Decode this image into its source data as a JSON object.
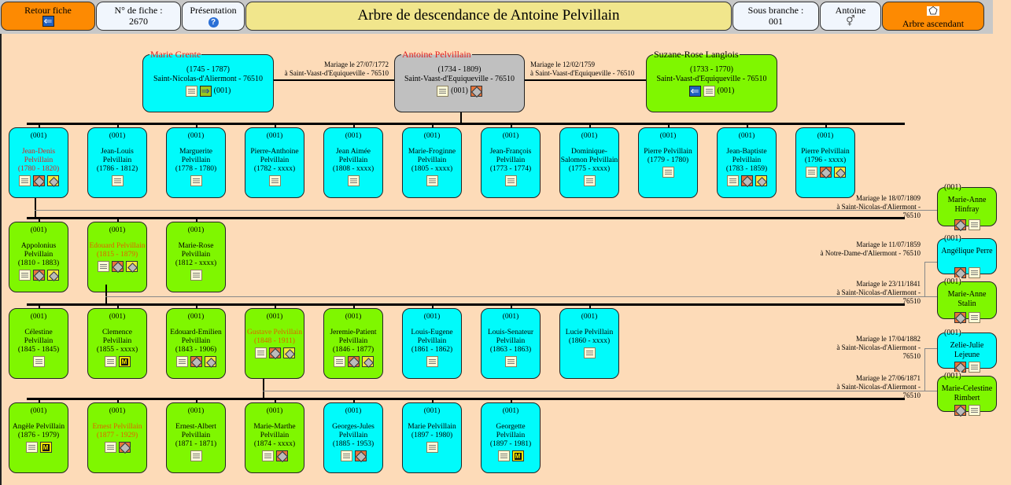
{
  "toolbar": {
    "back": {
      "label": "Retour fiche",
      "icon": "back-arrow-icon"
    },
    "fiche": {
      "label": "N° de fiche :",
      "value": "2670"
    },
    "presentation": {
      "label": "Présentation",
      "icon": "help-icon"
    },
    "title": "Arbre de descendance de Antoine Pelvillain",
    "branch": {
      "label": "Sous branche :",
      "value": "001"
    },
    "person": {
      "label": "Antoine",
      "icon": "gender-icon"
    },
    "ascendant": {
      "label": "Arbre ascendant",
      "icon": "tree-icon"
    }
  },
  "colors": {
    "male": "#00fbfb",
    "female": "#7ff700",
    "root": "#c0c0c0",
    "orange_button": "#fd8a02",
    "background": "#fddbb8",
    "title_bg": "#f1e68c"
  },
  "parents": {
    "spouse1": {
      "name": "Marie Grente",
      "dates": "(1745 - 1787)",
      "place": "Saint-Nicolas-d'Aliermont - 76510",
      "branch": "(001)"
    },
    "root": {
      "name": "Antoine Pelvillain",
      "dates": "(1734 - 1809)",
      "place": "Saint-Vaast-d'Equiqueville - 76510",
      "branch": "(001)"
    },
    "spouse2": {
      "name": "Suzane-Rose Langlois",
      "dates": "(1733 - 1770)",
      "place": "Saint-Vaast-d'Equiqueville - 76510",
      "branch": "(001)"
    },
    "marriage1": {
      "line1": "Mariage le 27/07/1772",
      "line2": "à Saint-Vaast-d'Equiqueville - 76510"
    },
    "marriage2": {
      "line1": "Mariage le 12/02/1759",
      "line2": "à Saint-Vaast-d'Equiqueville - 76510"
    }
  },
  "generations": [
    {
      "children": [
        {
          "branch": "(001)",
          "name": "Jean-Denis Pelvillain",
          "dates": "(1780 - 1820)",
          "sex": "m",
          "hl": "red",
          "icons": [
            "doc",
            "desc",
            "asc"
          ]
        },
        {
          "branch": "(001)",
          "name": "Jean-Louis Pelvillain",
          "dates": "(1786 - 1812)",
          "sex": "m",
          "icons": [
            "doc"
          ]
        },
        {
          "branch": "(001)",
          "name": "Marguerite Pelvillain",
          "dates": "(1778 - 1780)",
          "sex": "m",
          "icons": [
            "doc"
          ]
        },
        {
          "branch": "(001)",
          "name": "Pierre-Anthoine Pelvillain",
          "dates": "(1782 - xxxx)",
          "sex": "m",
          "icons": [
            "doc"
          ]
        },
        {
          "branch": "(001)",
          "name": "Jean Aimée Pelvillain",
          "dates": "(1808 - xxxx)",
          "sex": "m",
          "icons": [
            "doc"
          ]
        },
        {
          "branch": "(001)",
          "name": "Marie-Froginne Pelvillain",
          "dates": "(1805 - xxxx)",
          "sex": "m",
          "icons": [
            "doc"
          ]
        },
        {
          "branch": "(001)",
          "name": "Jean-François Pelvillain",
          "dates": "(1773 - 1774)",
          "sex": "m",
          "icons": [
            "doc"
          ]
        },
        {
          "branch": "(001)",
          "name": "Dominique-Salomon Pelvillain",
          "dates": "(1775 - xxxx)",
          "sex": "m",
          "icons": [
            "doc"
          ]
        },
        {
          "branch": "(001)",
          "name": "Pierre Pelvillain",
          "dates": "(1779 - 1780)",
          "sex": "m",
          "icons": [
            "doc"
          ]
        },
        {
          "branch": "(001)",
          "name": "Jean-Baptiste Pelvillain",
          "dates": "(1783 - 1859)",
          "sex": "m",
          "icons": [
            "doc",
            "desc",
            "asc"
          ]
        },
        {
          "branch": "(001)",
          "name": "Pierre Pelvillain",
          "dates": "(1796 - xxxx)",
          "sex": "m",
          "icons": [
            "doc",
            "desc",
            "asc"
          ]
        }
      ]
    },
    {
      "children": [
        {
          "branch": "(001)",
          "name": "Appolonius Pelvillain",
          "dates": "(1810 - 1883)",
          "sex": "f",
          "icons": [
            "doc",
            "desc",
            "asc"
          ]
        },
        {
          "branch": "(001)",
          "name": "Edouard Pelvillain",
          "dates": "(1815 - 1879)",
          "sex": "f",
          "hl": "orange",
          "icons": [
            "doc",
            "desc",
            "asc"
          ]
        },
        {
          "branch": "(001)",
          "name": "Marie-Rose Pelvillain",
          "dates": "(1812 - xxxx)",
          "sex": "f",
          "icons": [
            "doc"
          ]
        }
      ]
    },
    {
      "children": [
        {
          "branch": "(001)",
          "name": "Célestine Pelvillain",
          "dates": "(1845 - 1845)",
          "sex": "f",
          "icons": [
            "doc"
          ]
        },
        {
          "branch": "(001)",
          "name": "Clemence Pelvillain",
          "dates": "(1855 - xxxx)",
          "sex": "f",
          "icons": [
            "doc",
            "m"
          ]
        },
        {
          "branch": "(001)",
          "name": "Edouard-Emilien Pelvillain",
          "dates": "(1843 - 1906)",
          "sex": "f",
          "icons": [
            "doc",
            "desc",
            "asc"
          ]
        },
        {
          "branch": "(001)",
          "name": "Gustave Pelvillain",
          "dates": "(1848 - 1911)",
          "sex": "f",
          "hl": "orange",
          "icons": [
            "doc",
            "desc",
            "asc"
          ]
        },
        {
          "branch": "(001)",
          "name": "Jeremie-Patient Pelvillain",
          "dates": "(1846 - 1877)",
          "sex": "f",
          "icons": [
            "doc",
            "desc",
            "asc"
          ]
        },
        {
          "branch": "(001)",
          "name": "Louis-Eugene Pelvillain",
          "dates": "(1861 - 1862)",
          "sex": "m",
          "icons": [
            "doc"
          ]
        },
        {
          "branch": "(001)",
          "name": "Louis-Senateur Pelvillain",
          "dates": "(1863 - 1863)",
          "sex": "m",
          "icons": [
            "doc"
          ]
        },
        {
          "branch": "(001)",
          "name": "Lucie Pelvillain",
          "dates": "(1860 - xxxx)",
          "sex": "m",
          "icons": [
            "doc"
          ]
        }
      ]
    },
    {
      "children": [
        {
          "branch": "(001)",
          "name": "Angèle Pelvillain",
          "dates": "(1876 - 1979)",
          "sex": "f",
          "icons": [
            "doc",
            "m"
          ]
        },
        {
          "branch": "(001)",
          "name": "Ernest Pelvillain",
          "dates": "(1877 - 1929)",
          "sex": "f",
          "hl": "orange",
          "icons": [
            "doc",
            "desc"
          ]
        },
        {
          "branch": "(001)",
          "name": "Ernest-Albert Pelvillain",
          "dates": "(1871 - 1871)",
          "sex": "f",
          "icons": [
            "doc"
          ]
        },
        {
          "branch": "(001)",
          "name": "Marie-Marthe Pelvillain",
          "dates": "(1874 - xxxx)",
          "sex": "f",
          "icons": [
            "doc",
            "desc"
          ]
        },
        {
          "branch": "(001)",
          "name": "Georges-Jules Pelvillain",
          "dates": "(1885 - 1953)",
          "sex": "m",
          "icons": [
            "doc",
            "desc"
          ]
        },
        {
          "branch": "(001)",
          "name": "Marie Pelvillain",
          "dates": "(1897 - 1980)",
          "sex": "m",
          "icons": [
            "doc"
          ]
        },
        {
          "branch": "(001)",
          "name": "Georgette Pelvillain",
          "dates": "(1897 - 1981)",
          "sex": "m",
          "icons": [
            "doc",
            "m"
          ]
        }
      ]
    }
  ],
  "spouses": [
    {
      "branch": "(001)",
      "name": "Marie-Anne Hinfray",
      "sex": "f",
      "marriage1": "Mariage le 18/07/1809",
      "marriage2": "à Saint-Nicolas-d'Aliermont -",
      "marriage3": "76510"
    },
    {
      "branch": "(001)",
      "name": "Angélique Perre",
      "sex": "m",
      "marriage1": "Mariage le 11/07/1859",
      "marriage2": "à Notre-Dame-d'Aliermont - 76510",
      "marriage3": ""
    },
    {
      "branch": "(001)",
      "name": "Marie-Anne Stalin",
      "sex": "f",
      "marriage1": "Mariage le 23/11/1841",
      "marriage2": "à Saint-Nicolas-d'Aliermont -",
      "marriage3": "76510"
    },
    {
      "branch": "(001)",
      "name": "Zelie-Julie Lejeune",
      "sex": "m",
      "marriage1": "Mariage le 17/04/1882",
      "marriage2": "à Saint-Nicolas-d'Aliermont -",
      "marriage3": "76510"
    },
    {
      "branch": "(001)",
      "name": "Marie-Celestine Rimbert",
      "sex": "f",
      "marriage1": "Mariage le 27/06/1871",
      "marriage2": "à Saint-Nicolas-d'Aliermont -",
      "marriage3": "76510"
    }
  ]
}
